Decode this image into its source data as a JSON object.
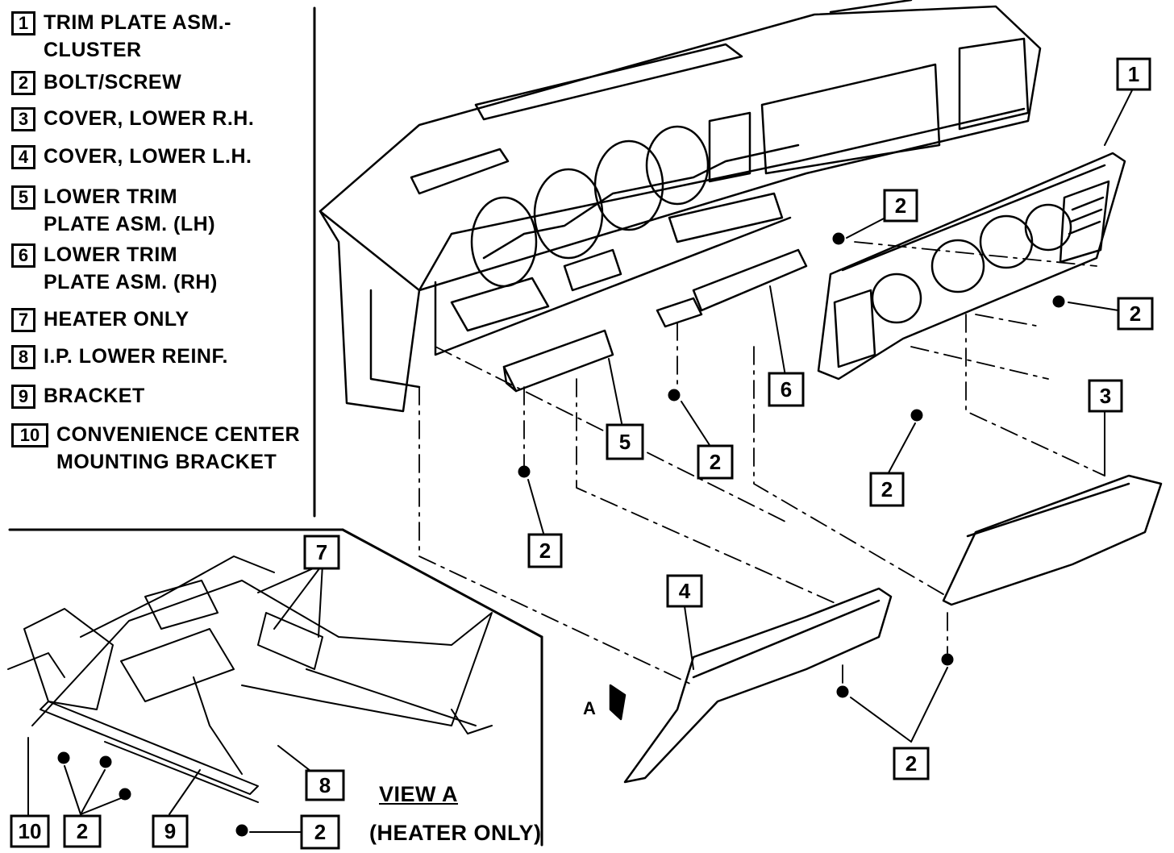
{
  "legend": [
    {
      "num": "1",
      "text": "TRIM PLATE ASM.-\nCLUSTER"
    },
    {
      "num": "2",
      "text": "BOLT/SCREW"
    },
    {
      "num": "3",
      "text": "COVER, LOWER R.H."
    },
    {
      "num": "4",
      "text": "COVER, LOWER L.H."
    },
    {
      "num": "5",
      "text": "LOWER TRIM\nPLATE ASM. (LH)"
    },
    {
      "num": "6",
      "text": "LOWER TRIM\nPLATE ASM. (RH)"
    },
    {
      "num": "7",
      "text": "HEATER ONLY"
    },
    {
      "num": "8",
      "text": "I.P. LOWER REINF."
    },
    {
      "num": "9",
      "text": "BRACKET"
    },
    {
      "num": "10",
      "text": "CONVENIENCE CENTER\nMOUNTING BRACKET"
    }
  ],
  "callouts": {
    "c1": "1",
    "c2a": "2",
    "c2b": "2",
    "c3": "3",
    "c6": "6",
    "c5": "5",
    "c2c": "2",
    "c2d": "2",
    "c2e": "2",
    "c4": "4",
    "c2f": "2",
    "c7": "7",
    "c8": "8",
    "c10": "10",
    "c2g": "2",
    "c9": "9",
    "c2h": "2"
  },
  "view": {
    "letter": "A",
    "title": "VIEW A",
    "subtitle": "(HEATER ONLY)"
  }
}
